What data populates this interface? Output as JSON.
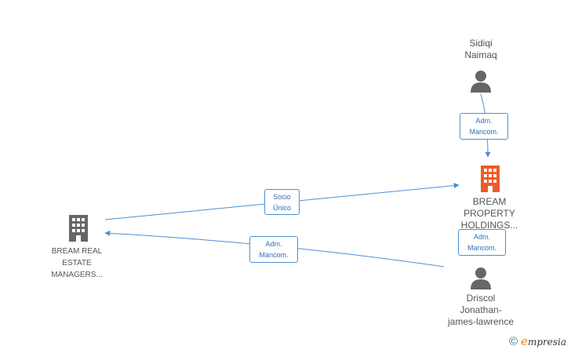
{
  "nodes": {
    "bream_real_estate": {
      "label": "BREAM REAL\nESTATE\nMANAGERS...",
      "icon": "building-icon",
      "color": "#666666"
    },
    "bream_property": {
      "label": "BREAM\nPROPERTY\nHOLDINGS...",
      "icon": "building-icon",
      "color": "#f05a28"
    },
    "sidiqi": {
      "label": "Sidiqi\nNaimaq",
      "icon": "person-icon",
      "color": "#666666"
    },
    "driscol": {
      "label": "Driscol\nJonathan-\njames-lawrence",
      "icon": "person-icon",
      "color": "#666666"
    }
  },
  "edges": {
    "socio_unico": {
      "label": "Socio\nÚnico"
    },
    "adm_sidiqi": {
      "label": "Adm.\nMancom."
    },
    "adm_driscol_property": {
      "label": "Adm.\nMancom."
    },
    "adm_driscol_real_estate": {
      "label": "Adm.\nMancom."
    }
  },
  "colors": {
    "edge": "#4a90d9",
    "node_gray": "#666666",
    "node_orange": "#f05a28"
  },
  "watermark": {
    "symbol": "©",
    "brand_initial": "e",
    "brand_rest": "mpresia"
  }
}
